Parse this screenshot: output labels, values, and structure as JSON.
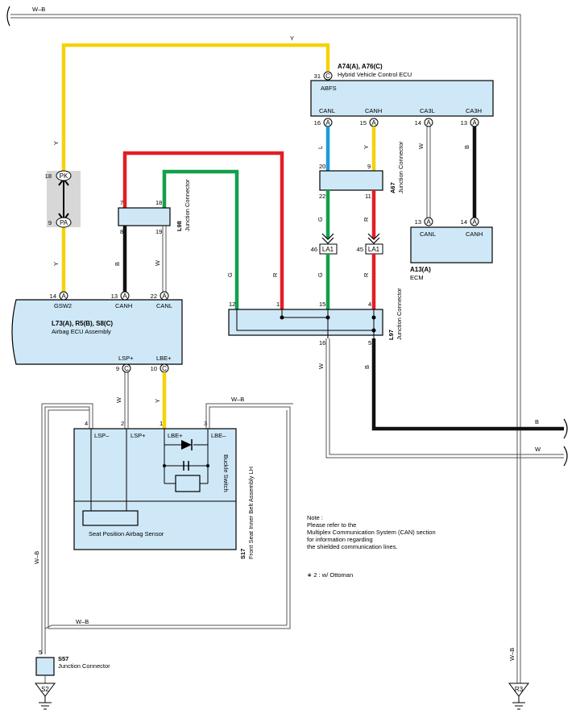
{
  "wire_colors": {
    "Y": "#f5d20a",
    "R": "#e31e24",
    "G": "#12a04a",
    "L": "#1e9bd8",
    "B": "#111111",
    "W": "#9a9a9a",
    "box_fill": "#cfe8f7"
  },
  "wires": {
    "wb_top": "W–B",
    "y_top": "Y",
    "y_left": "Y",
    "y_left2": "Y",
    "b_l98": "B",
    "w_l98": "W",
    "g_mid": "G",
    "r_mid": "R",
    "l_a67": "L",
    "y_a67": "Y",
    "g_a67": "G",
    "r_a67": "R",
    "g_la1": "G",
    "r_la1": "R",
    "w_a74": "W",
    "b_a74": "B",
    "w_l97": "W",
    "b_l97": "B",
    "b_right": "B",
    "w_right": "W",
    "w_lsp": "W",
    "y_lbe": "Y",
    "wb_s17": "W–B",
    "wb_left": "W–B",
    "wb_bottom": "W–B",
    "wb_right": "W–B"
  },
  "components": {
    "ecu": {
      "code": "A74(A), A76(C)",
      "name": "Hybrid Vehicle Control ECU",
      "terminal_top": "ABFS",
      "pin_top_num": "31",
      "pin_top_conn": "C",
      "terminals": [
        "CANL",
        "CANH",
        "CA3L",
        "CA3H"
      ],
      "pin_nums": [
        "16",
        "15",
        "14",
        "13"
      ],
      "pin_conn": "A"
    },
    "a67": {
      "code": "A67",
      "name": "Junction Connector",
      "pins_top": [
        "20",
        "9"
      ],
      "pins_bottom": [
        "22",
        "11"
      ]
    },
    "la1": {
      "label": "LA1",
      "pins": [
        "46",
        "45"
      ]
    },
    "ecm": {
      "code": "A13(A)",
      "name": "ECM",
      "terminals": [
        "CANL",
        "CANH"
      ],
      "pin_nums": [
        "13",
        "14"
      ],
      "pin_conn": "A"
    },
    "pk_pa": {
      "top": "PK",
      "bottom": "PA",
      "top_num": "18",
      "bottom_num": "9"
    },
    "l98": {
      "code": "L98",
      "name": "Junction Connector",
      "pins_top": [
        "7",
        "18"
      ],
      "pins_bottom": [
        "8",
        "19"
      ]
    },
    "airbag": {
      "code": "L73(A), R5(B), S8(C)",
      "name": "Airbag ECU Assembly",
      "terminals_top": [
        "GSW2",
        "CANH",
        "CANL"
      ],
      "pin_nums_top": [
        "14",
        "13",
        "22"
      ],
      "pin_conn_top": "A",
      "terminals_bottom": [
        "LSP+",
        "LBE+"
      ],
      "pin_nums_bottom": [
        "9",
        "10"
      ],
      "pin_conn_bottom": "C"
    },
    "l97": {
      "code": "L97",
      "name": "Junction Connector",
      "pins_top": [
        "12",
        "1",
        "15",
        "4"
      ],
      "pins_bottom": [
        "16",
        "5"
      ]
    },
    "s17": {
      "code": "S17",
      "name": "Front Seat Inner Belt Assembly LH",
      "terminals": [
        "LSP–",
        "LSP+",
        "LBE+",
        "LBE–"
      ],
      "pin_nums": [
        "4",
        "2",
        "1",
        "3"
      ],
      "sensor": "Seat Position Airbag Sensor",
      "switch": "Buckle Switch"
    },
    "s57": {
      "code": "S57",
      "name": "Junction Connector",
      "pin": "5"
    },
    "grounds": {
      "left": "S2",
      "right": "R3"
    }
  },
  "note": {
    "title": "Note :",
    "lines": [
      "Please refer to the",
      "Multiplex Communication System (CAN) section",
      "for information regarding",
      "the shielded communication lines."
    ],
    "footnote": "∗ 2 : w/ Ottoman"
  }
}
